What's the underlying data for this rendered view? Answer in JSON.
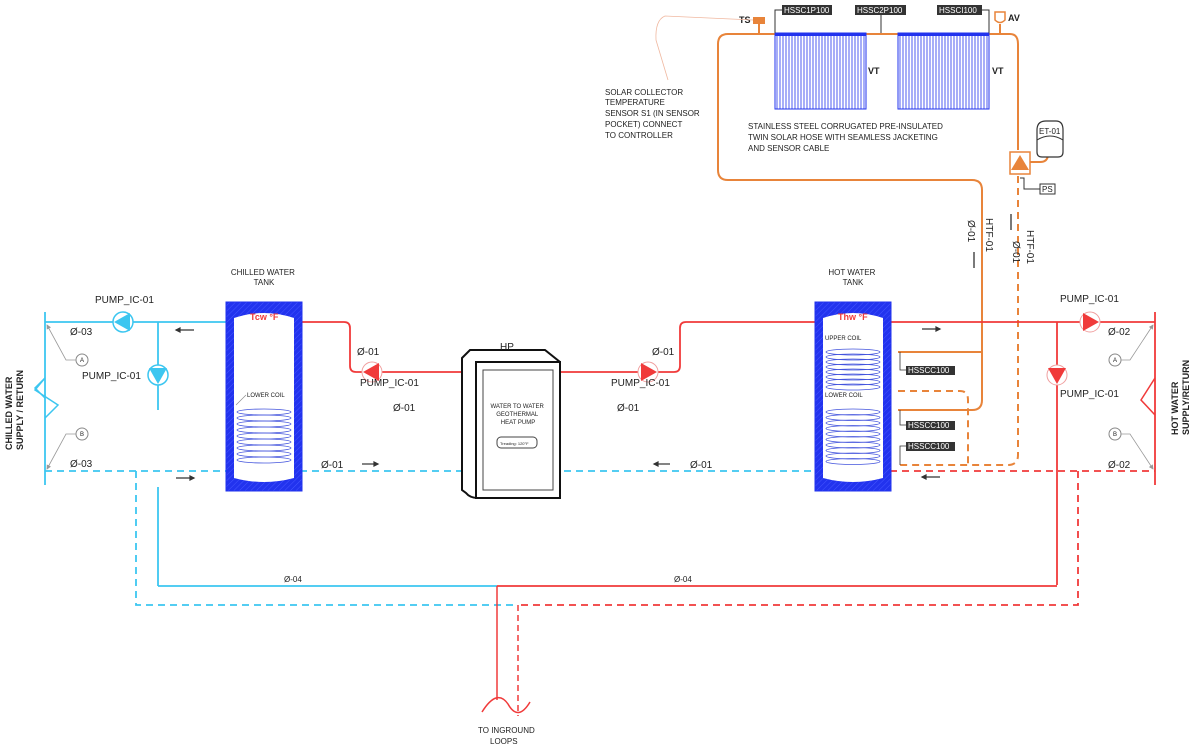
{
  "colors": {
    "chilled": "#3cc6f0",
    "hot": "#f03a3a",
    "solar": "#e8843a",
    "tank": "#2233ee",
    "leader": "#999999",
    "text": "#222222"
  },
  "solar": {
    "sensor_tag": "TS",
    "air_vent_tag": "AV",
    "collector_tags": [
      "HSSC1P100",
      "HSSC2P100",
      "HSSCI100"
    ],
    "collector_type": "VT",
    "sensor_note": [
      "SOLAR COLLECTOR",
      "TEMPERATURE",
      "SENSOR S1 (IN SENSOR",
      "POCKET) CONNECT",
      "TO CONTROLLER"
    ],
    "hose_note": [
      "STAINLESS STEEL CORRUGATED PRE-INSULATED",
      "TWIN SOLAR HOSE WITH SEAMLESS JACKETING",
      "AND SENSOR CABLE"
    ],
    "expansion_tank": "ET-01",
    "pump_station": "PS",
    "supply_line": {
      "fluid": "HTF-01",
      "size": "Ø-01"
    },
    "return_line": {
      "fluid": "HTF-01",
      "size": "Ø-01"
    }
  },
  "chilled_tank": {
    "title": [
      "CHILLED WATER",
      "TANK"
    ],
    "temp_label": "Tcw °F",
    "coil": "LOWER COIL"
  },
  "hot_tank": {
    "title": [
      "HOT WATER",
      "TANK"
    ],
    "temp_label": "Thw °F",
    "upper_coil": "UPPER COIL",
    "lower_coil": "LOWER COIL",
    "coil_tags": [
      "HSSCC100",
      "HSSCC100",
      "HSSCC100"
    ]
  },
  "heat_pump": {
    "tag": "HP",
    "label": [
      "WATER TO WATER",
      "GEOTHERMAL",
      "HEAT PUMP"
    ],
    "display": "Treading: 120°F"
  },
  "pumps": {
    "left_supply": "PUMP_IC-01",
    "left_bypass": "PUMP_IC-01",
    "hp_left": "PUMP_IC-01",
    "hp_right": "PUMP_IC-01",
    "right_supply": "PUMP_IC-01",
    "right_bypass": "PUMP_IC-01"
  },
  "pipe_sizes": {
    "chilled_supply": "Ø-03",
    "chilled_return": "Ø-03",
    "hp_left_upper": "Ø-01",
    "hp_left_pump": "Ø-01",
    "hp_right_upper": "Ø-01",
    "hp_right_pump": "Ø-01",
    "return_left": "Ø-01",
    "return_right": "Ø-01",
    "hot_supply": "Ø-02",
    "hot_return": "Ø-02",
    "ground_left": "Ø-04",
    "ground_right": "Ø-04"
  },
  "connection_markers": {
    "a": "A",
    "b": "B"
  },
  "boundaries": {
    "chilled": [
      "CHILLED WATER",
      "SUPPLY / RETURN"
    ],
    "hot": [
      "HOT WATER",
      "SUPPLY/RETURN"
    ],
    "ground": [
      "TO INGROUND",
      "LOOPS"
    ]
  }
}
